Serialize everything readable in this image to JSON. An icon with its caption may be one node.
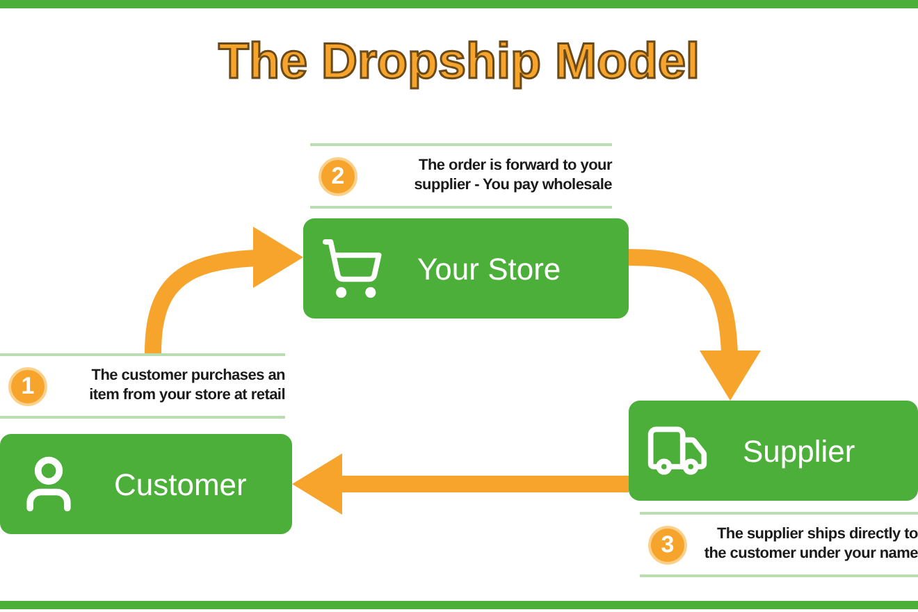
{
  "diagram": {
    "title": "The Dropship Model",
    "nodes": [
      {
        "text": [
          "Customer"
        ],
        "beside": [
          "The customer purchases an item from your store at retail"
        ]
      },
      {
        "text": [
          "Your Store"
        ],
        "beside": [
          "The order is forward to your supplier - You pay wholesale"
        ]
      },
      {
        "text": [
          "Supplier"
        ],
        "beside": [
          "The supplier ships directly to the customer under your name"
        ]
      }
    ],
    "edges": [
      {
        "from": 0,
        "to": 1,
        "arrow": "to"
      },
      {
        "from": 1,
        "to": 2,
        "arrow": "to"
      },
      {
        "from": 2,
        "to": 0,
        "arrow": "to"
      }
    ],
    "labels": [
      "2",
      "1",
      "3"
    ]
  }
}
